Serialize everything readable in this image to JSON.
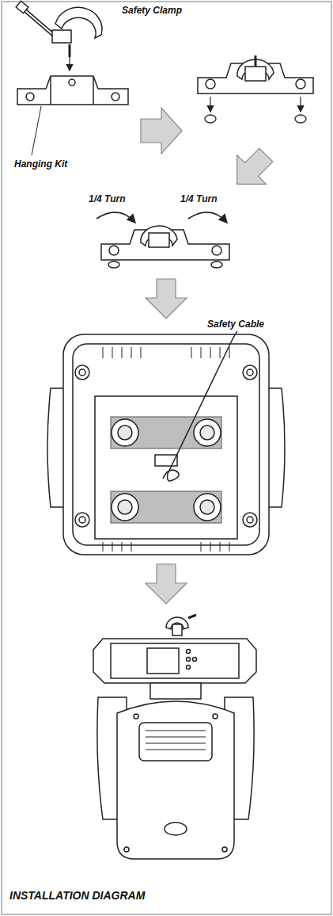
{
  "diagram": {
    "caption": "INSTALLATION DIAGRAM",
    "labels": [
      "Safety Clamp",
      "Hanging Kit",
      "1/4 Turn",
      "1/4 Turn",
      "Safety Cable"
    ]
  }
}
